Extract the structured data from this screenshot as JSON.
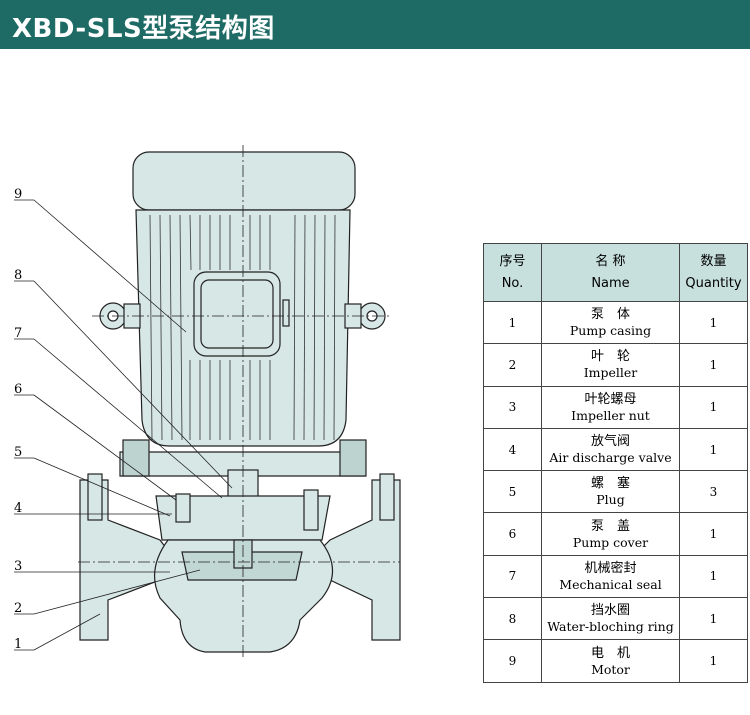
{
  "header": {
    "title": "XBD-SLS型泵结构图"
  },
  "diagram": {
    "callouts": [
      "9",
      "8",
      "7",
      "6",
      "5",
      "4",
      "3",
      "2",
      "1"
    ]
  },
  "table": {
    "headers": {
      "no_cn": "序号",
      "no_en": "No.",
      "name_cn": "名 称",
      "name_en": "Name",
      "qty_cn": "数量",
      "qty_en": "Quantity"
    },
    "rows": [
      {
        "no": "1",
        "cn": "泵　体",
        "en": "Pump casing",
        "qty": "1"
      },
      {
        "no": "2",
        "cn": "叶　轮",
        "en": "Impeller",
        "qty": "1"
      },
      {
        "no": "3",
        "cn": "叶轮螺母",
        "en": "Impeller nut",
        "qty": "1"
      },
      {
        "no": "4",
        "cn": "放气阀",
        "en": "Air discharge valve",
        "qty": "1"
      },
      {
        "no": "5",
        "cn": "螺　塞",
        "en": "Plug",
        "qty": "3"
      },
      {
        "no": "6",
        "cn": "泵　盖",
        "en": "Pump cover",
        "qty": "1"
      },
      {
        "no": "7",
        "cn": "机械密封",
        "en": "Mechanical seal",
        "qty": "1"
      },
      {
        "no": "8",
        "cn": "挡水圈",
        "en": "Water-bloching ring",
        "qty": "1"
      },
      {
        "no": "9",
        "cn": "电　机",
        "en": "Motor",
        "qty": "1"
      }
    ]
  },
  "colors": {
    "header_bg": "#1d6b64",
    "fill": "#d6e7e5",
    "table_head": "#c7e0de"
  }
}
